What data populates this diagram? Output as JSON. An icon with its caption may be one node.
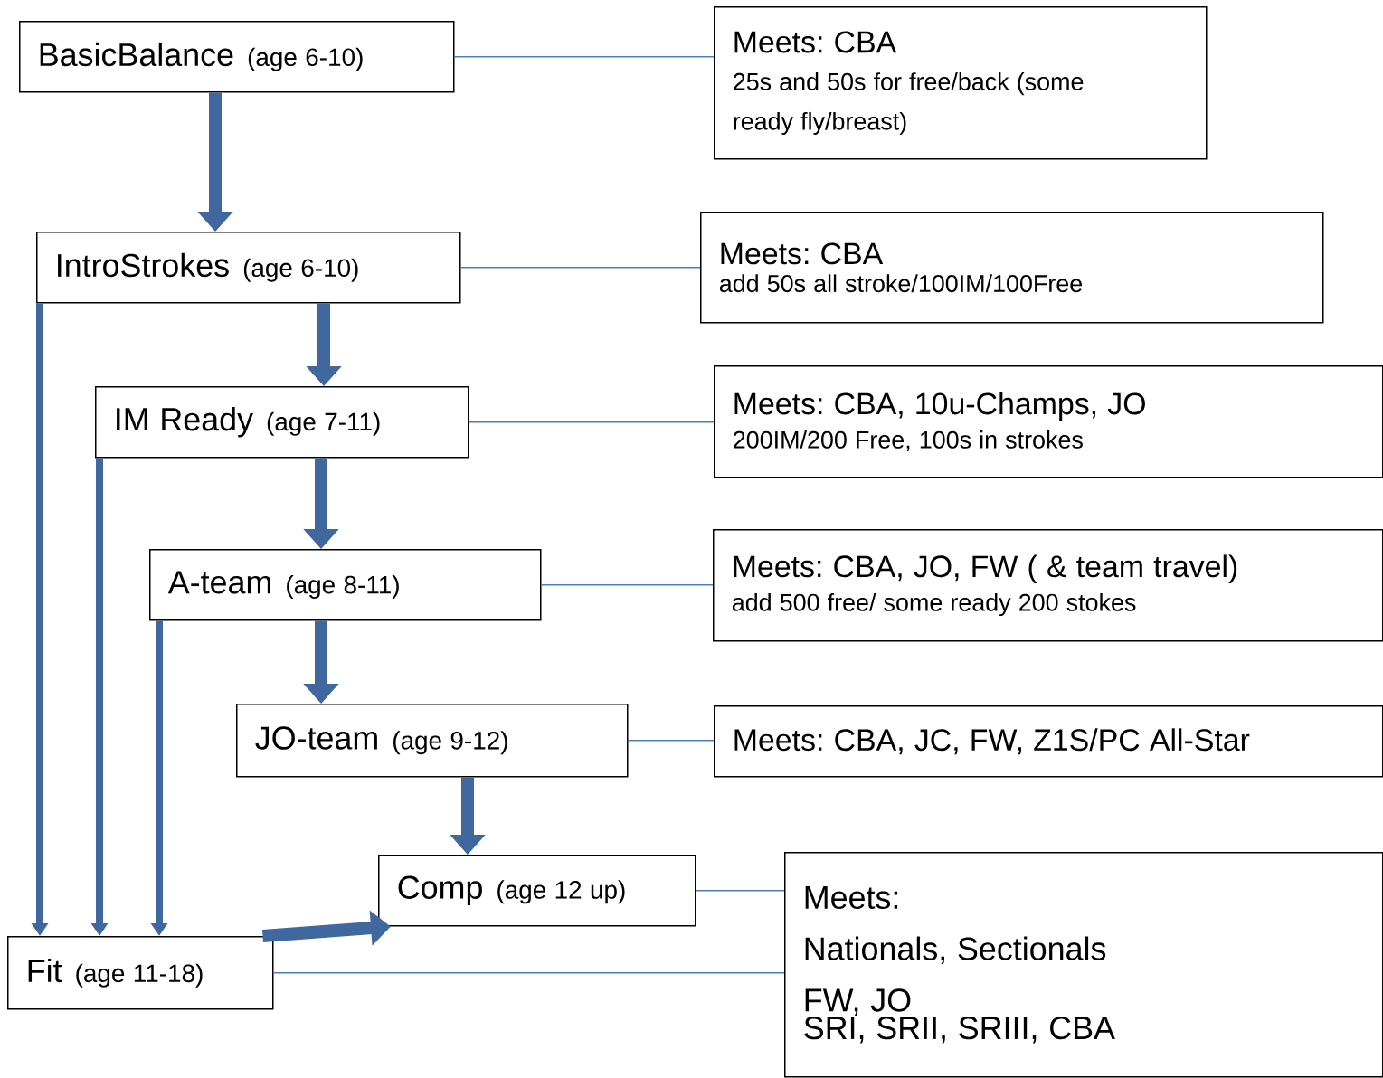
{
  "diagram": {
    "nodes": [
      {
        "text": [
          "BasicBalance",
          "(age 6-10)"
        ]
      },
      {
        "text": [
          "Meets: CBA",
          "25s and 50s for free/back (some ready fly/breast)"
        ]
      },
      {
        "text": [
          "IntroStrokes",
          "(age 6-10)"
        ]
      },
      {
        "text": [
          "Meets: CBA",
          "add 50s all stroke/100IM/100Free"
        ]
      },
      {
        "text": [
          "IM Ready",
          "(age 7-11)"
        ]
      },
      {
        "text": [
          "Meets: CBA, 10u-Champs, JO",
          "200IM/200 Free, 100s in strokes"
        ]
      },
      {
        "text": [
          "A-team",
          "(age 8-11)"
        ]
      },
      {
        "text": [
          "Meets: CBA, JO, FW ( & team travel)",
          "add 500 free/ some ready 200 stokes"
        ]
      },
      {
        "text": [
          "JO-team",
          "(age 9-12)"
        ]
      },
      {
        "text": [
          "Meets: CBA, JC, FW, Z1S/PC All-Star"
        ]
      },
      {
        "text": [
          "Comp",
          "(age 12 up)"
        ]
      },
      {
        "text": [
          "Fit",
          "(age 11-18)"
        ]
      },
      {
        "text": [
          "Meets:",
          "Nationals, Sectionals",
          "FW, JO",
          "SRI, SRII, SRIII, CBA"
        ]
      }
    ],
    "edges": [
      {
        "from": 0,
        "to": 1,
        "arrow": "none",
        "color": "#4a7ebb"
      },
      {
        "from": 0,
        "to": 2,
        "arrow": "to"
      },
      {
        "from": 2,
        "to": 3,
        "arrow": "none",
        "color": "#4a7ebb"
      },
      {
        "from": 2,
        "to": 4,
        "arrow": "to"
      },
      {
        "from": 4,
        "to": 5,
        "arrow": "none",
        "color": "#4a7ebb"
      },
      {
        "from": 4,
        "to": 6,
        "arrow": "to"
      },
      {
        "from": 6,
        "to": 7,
        "arrow": "none",
        "color": "#4a7ebb"
      },
      {
        "from": 6,
        "to": 8,
        "arrow": "to"
      },
      {
        "from": 8,
        "to": 9,
        "arrow": "none",
        "color": "#4a7ebb"
      },
      {
        "from": 8,
        "to": 10,
        "arrow": "to"
      },
      {
        "from": 10,
        "to": 12,
        "arrow": "none",
        "color": "#4a7ebb"
      },
      {
        "from": 2,
        "to": 11,
        "arrow": "to"
      },
      {
        "from": 4,
        "to": 11,
        "arrow": "to"
      },
      {
        "from": 6,
        "to": 11,
        "arrow": "to"
      },
      {
        "from": 11,
        "to": 10,
        "arrow": "to"
      },
      {
        "from": 11,
        "to": 12,
        "arrow": "none",
        "color": "#4a7ebb"
      }
    ]
  }
}
